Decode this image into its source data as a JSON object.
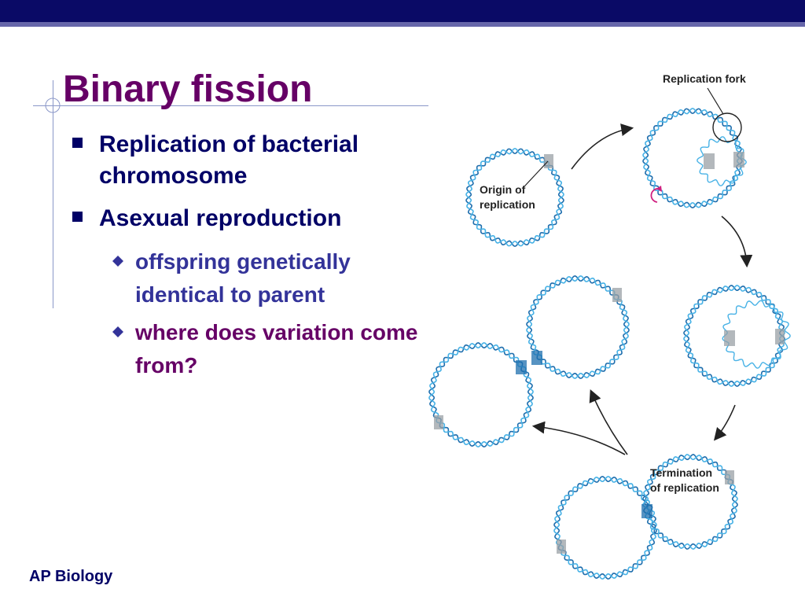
{
  "slide": {
    "title": "Binary fission",
    "bullets": [
      {
        "text": "Replication of bacterial chromosome"
      },
      {
        "text": "Asexual reproduction",
        "sub": [
          {
            "text": "offspring genetically identical to parent"
          },
          {
            "text": "where does variation come from?"
          }
        ]
      }
    ],
    "footer": "AP Biology"
  },
  "diagram": {
    "labels": {
      "replication_fork": "Replication fork",
      "origin_line1": "Origin of",
      "origin_line2": "replication",
      "termination_line1": "Termination",
      "termination_line2": "of replication"
    }
  },
  "colors": {
    "title": "#660066",
    "bullet_text": "#000066",
    "sub_bullet_blue": "#333399",
    "sub_bullet_purple": "#660066",
    "top_bar": "#0a0a66",
    "dna_dark": "#1f6fae",
    "dna_light": "#48b2e6"
  }
}
